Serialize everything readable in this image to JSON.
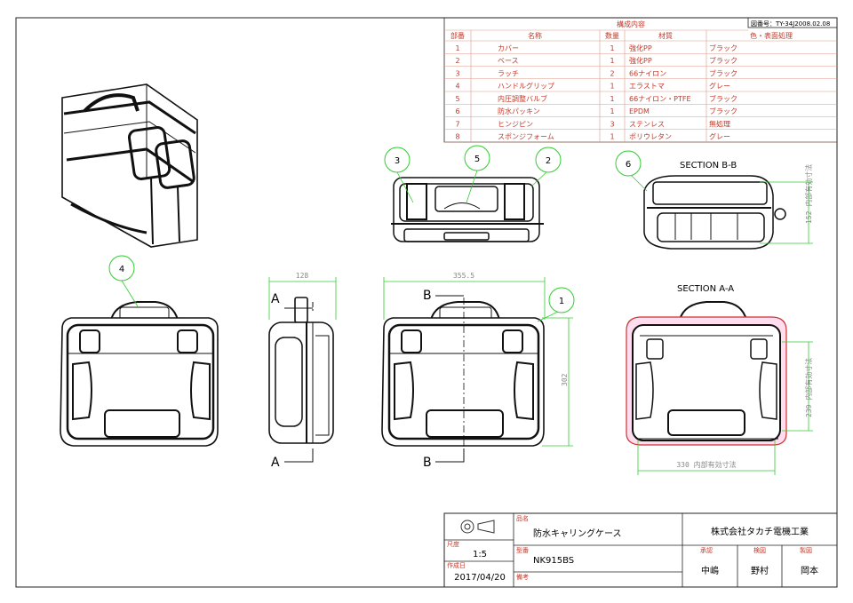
{
  "doc_number": "図番号：TY-34J2008.02.08",
  "parts_table": {
    "title": "構成内容",
    "headers": [
      "部番",
      "名称",
      "数量",
      "材質",
      "色・表面処理"
    ],
    "rows": [
      [
        "1",
        "カバー",
        "1",
        "強化PP",
        "ブラック"
      ],
      [
        "2",
        "ベース",
        "1",
        "強化PP",
        "ブラック"
      ],
      [
        "3",
        "ラッチ",
        "2",
        "66ナイロン",
        "ブラック"
      ],
      [
        "4",
        "ハンドルグリップ",
        "1",
        "エラストマ",
        "グレー"
      ],
      [
        "5",
        "内圧調整バルブ",
        "1",
        "66ナイロン・PTFE",
        "ブラック"
      ],
      [
        "6",
        "防水パッキン",
        "1",
        "EPDM",
        "ブラック"
      ],
      [
        "7",
        "ヒンジピン",
        "3",
        "ステンレス",
        "無処理"
      ],
      [
        "8",
        "スポンジフォーム",
        "1",
        "ポリウレタン",
        "グレー"
      ]
    ]
  },
  "balloons": [
    "1",
    "2",
    "3",
    "4",
    "5",
    "6"
  ],
  "section_labels": {
    "bb": "SECTION B-B",
    "aa": "SECTION A-A"
  },
  "section_markers": {
    "a": "A",
    "b": "B"
  },
  "dimensions": {
    "side_width": "128",
    "front_width": "355.5",
    "front_height": "302",
    "bb_inner": "152 内部有効寸法",
    "aa_inner_h": "239 内部有効寸法",
    "aa_inner_w": "330 内部有効寸法"
  },
  "title_block": {
    "scale_label": "尺度",
    "scale": "1:5",
    "date_label": "作成日",
    "date": "2017/04/20",
    "name_label": "品名",
    "product_name": "防水キャリングケース",
    "model_label": "型番",
    "model": "NK915BS",
    "remarks_label": "備考",
    "company": "株式会社タカチ電機工業",
    "roles": [
      "承認",
      "検図",
      "製図"
    ],
    "people": [
      "中嶋",
      "野村",
      "岡本"
    ]
  }
}
